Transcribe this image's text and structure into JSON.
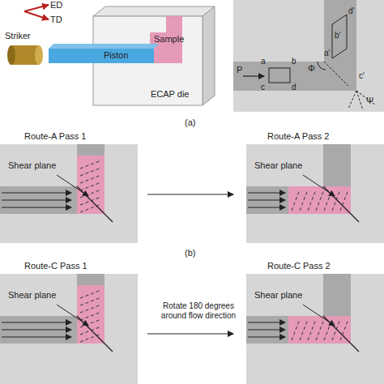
{
  "diagram": {
    "labels": [
      "ED",
      "TD",
      "Striker",
      "Piston",
      "Sample",
      "ECAP die",
      "P",
      "a",
      "b",
      "c",
      "d",
      "a'",
      "Φ",
      "c'",
      "d'",
      "b'",
      "Ψ",
      "(a)",
      "Route-A Pass 1",
      "Shear plane",
      "Route-A Pass 2",
      "Shear plane",
      "(b)",
      "Route-C Pass 1",
      "Shear plane",
      "Rotate 180 degrees around flow direction",
      "Route-C Pass 2",
      "Shear plane"
    ]
  }
}
